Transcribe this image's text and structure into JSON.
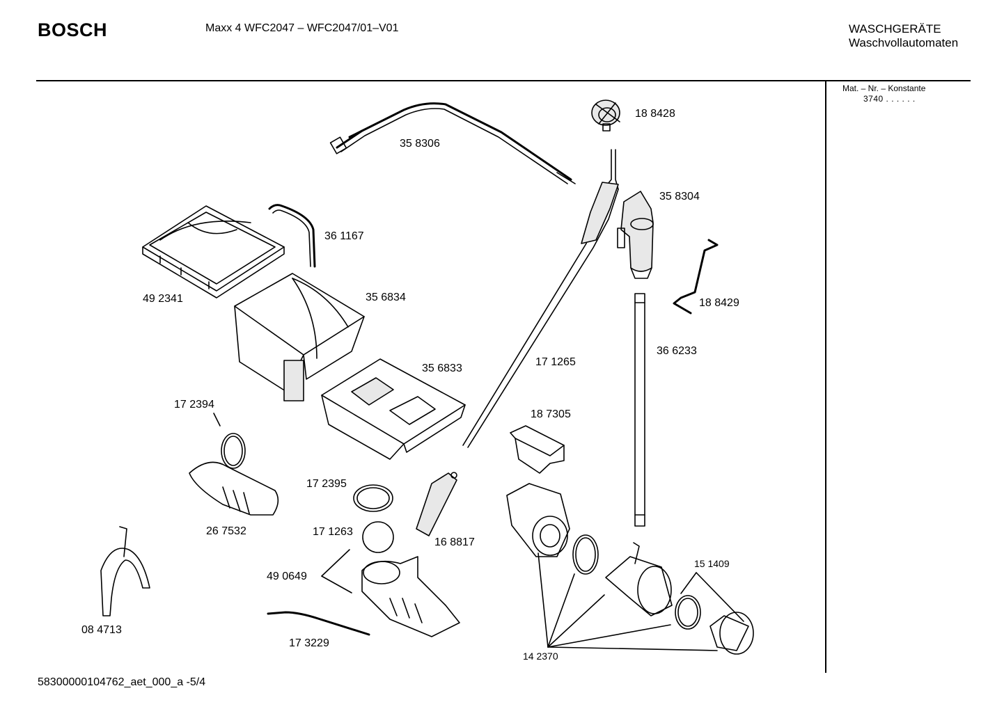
{
  "header": {
    "brand": "BOSCH",
    "model": "Maxx 4 WFC2047 – WFC2047/01–V01",
    "category_line1": "WASCHGERÄTE",
    "category_line2": "Waschvollautomaten"
  },
  "sidebar": {
    "mat_label": "Mat. – Nr. – Konstante",
    "mat_value": "3740  .  .   .  .  .  ."
  },
  "footer": {
    "doc_id": "58300000104762_aet_000_a   -5/4"
  },
  "parts": [
    {
      "id": "p358306",
      "label": "35 8306"
    },
    {
      "id": "p188428",
      "label": "18 8428"
    },
    {
      "id": "p358304",
      "label": "35 8304"
    },
    {
      "id": "p361167",
      "label": "36 1167"
    },
    {
      "id": "p492341",
      "label": "49 2341"
    },
    {
      "id": "p356834",
      "label": "35 6834"
    },
    {
      "id": "p188429",
      "label": "18 8429"
    },
    {
      "id": "p366233",
      "label": "36 6233"
    },
    {
      "id": "p171265",
      "label": "17 1265"
    },
    {
      "id": "p356833",
      "label": "35 6833"
    },
    {
      "id": "p172394",
      "label": "17 2394"
    },
    {
      "id": "p187305",
      "label": "18 7305"
    },
    {
      "id": "p172395",
      "label": "17 2395"
    },
    {
      "id": "p267532",
      "label": "26 7532"
    },
    {
      "id": "p171263",
      "label": "17 1263"
    },
    {
      "id": "p168817",
      "label": "16 8817"
    },
    {
      "id": "p151409",
      "label": "15 1409"
    },
    {
      "id": "p490649",
      "label": "49 0649"
    },
    {
      "id": "p084713",
      "label": "08 4713"
    },
    {
      "id": "p173229",
      "label": "17 3229"
    },
    {
      "id": "p142370",
      "label": "14 2370"
    }
  ]
}
